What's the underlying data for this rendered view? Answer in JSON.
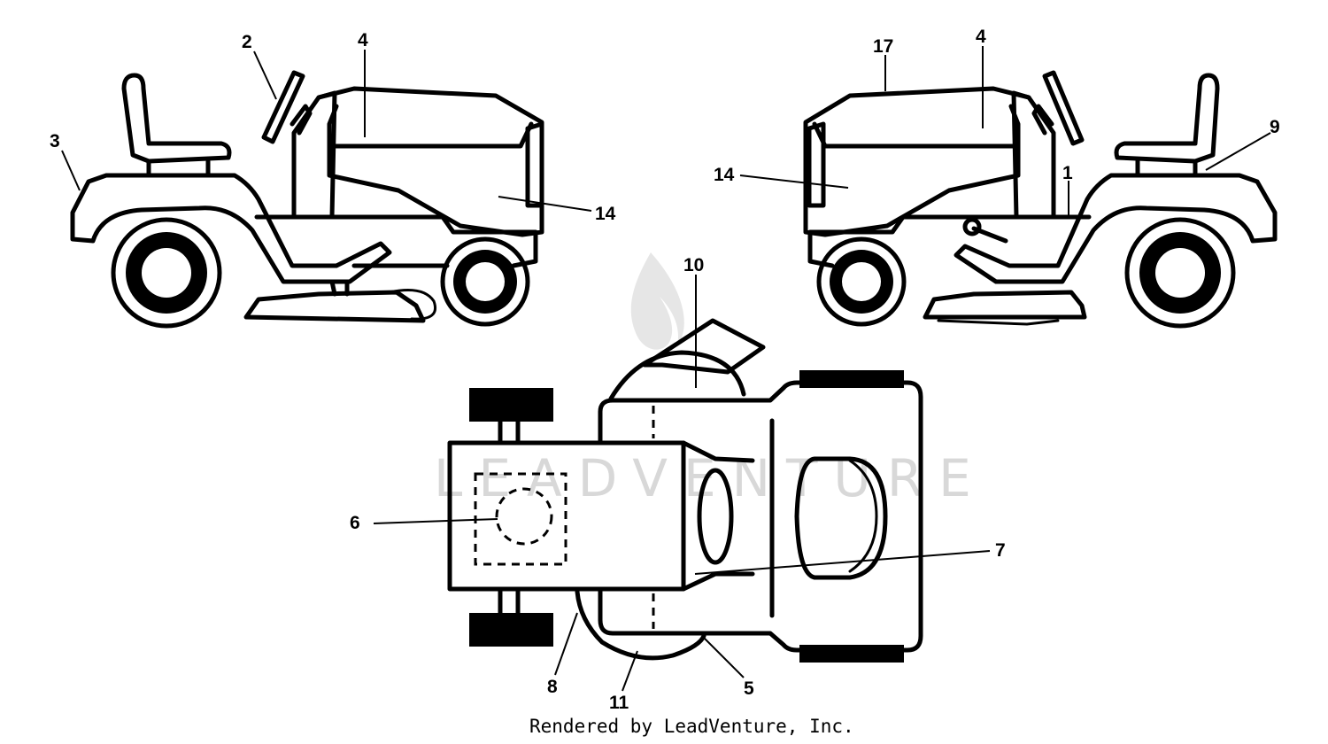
{
  "watermark": "LEADVENTURE",
  "footer": "Rendered by LeadVenture, Inc.",
  "callouts": {
    "c2": "2",
    "c4a": "4",
    "c3": "3",
    "c14a": "14",
    "c17": "17",
    "c4b": "4",
    "c9": "9",
    "c14b": "14",
    "c1": "1",
    "c10": "10",
    "c6": "6",
    "c7": "7",
    "c8": "8",
    "c11": "11",
    "c5": "5"
  },
  "colors": {
    "ink": "#000000",
    "background": "#ffffff",
    "watermark": "#d8d8d8"
  }
}
